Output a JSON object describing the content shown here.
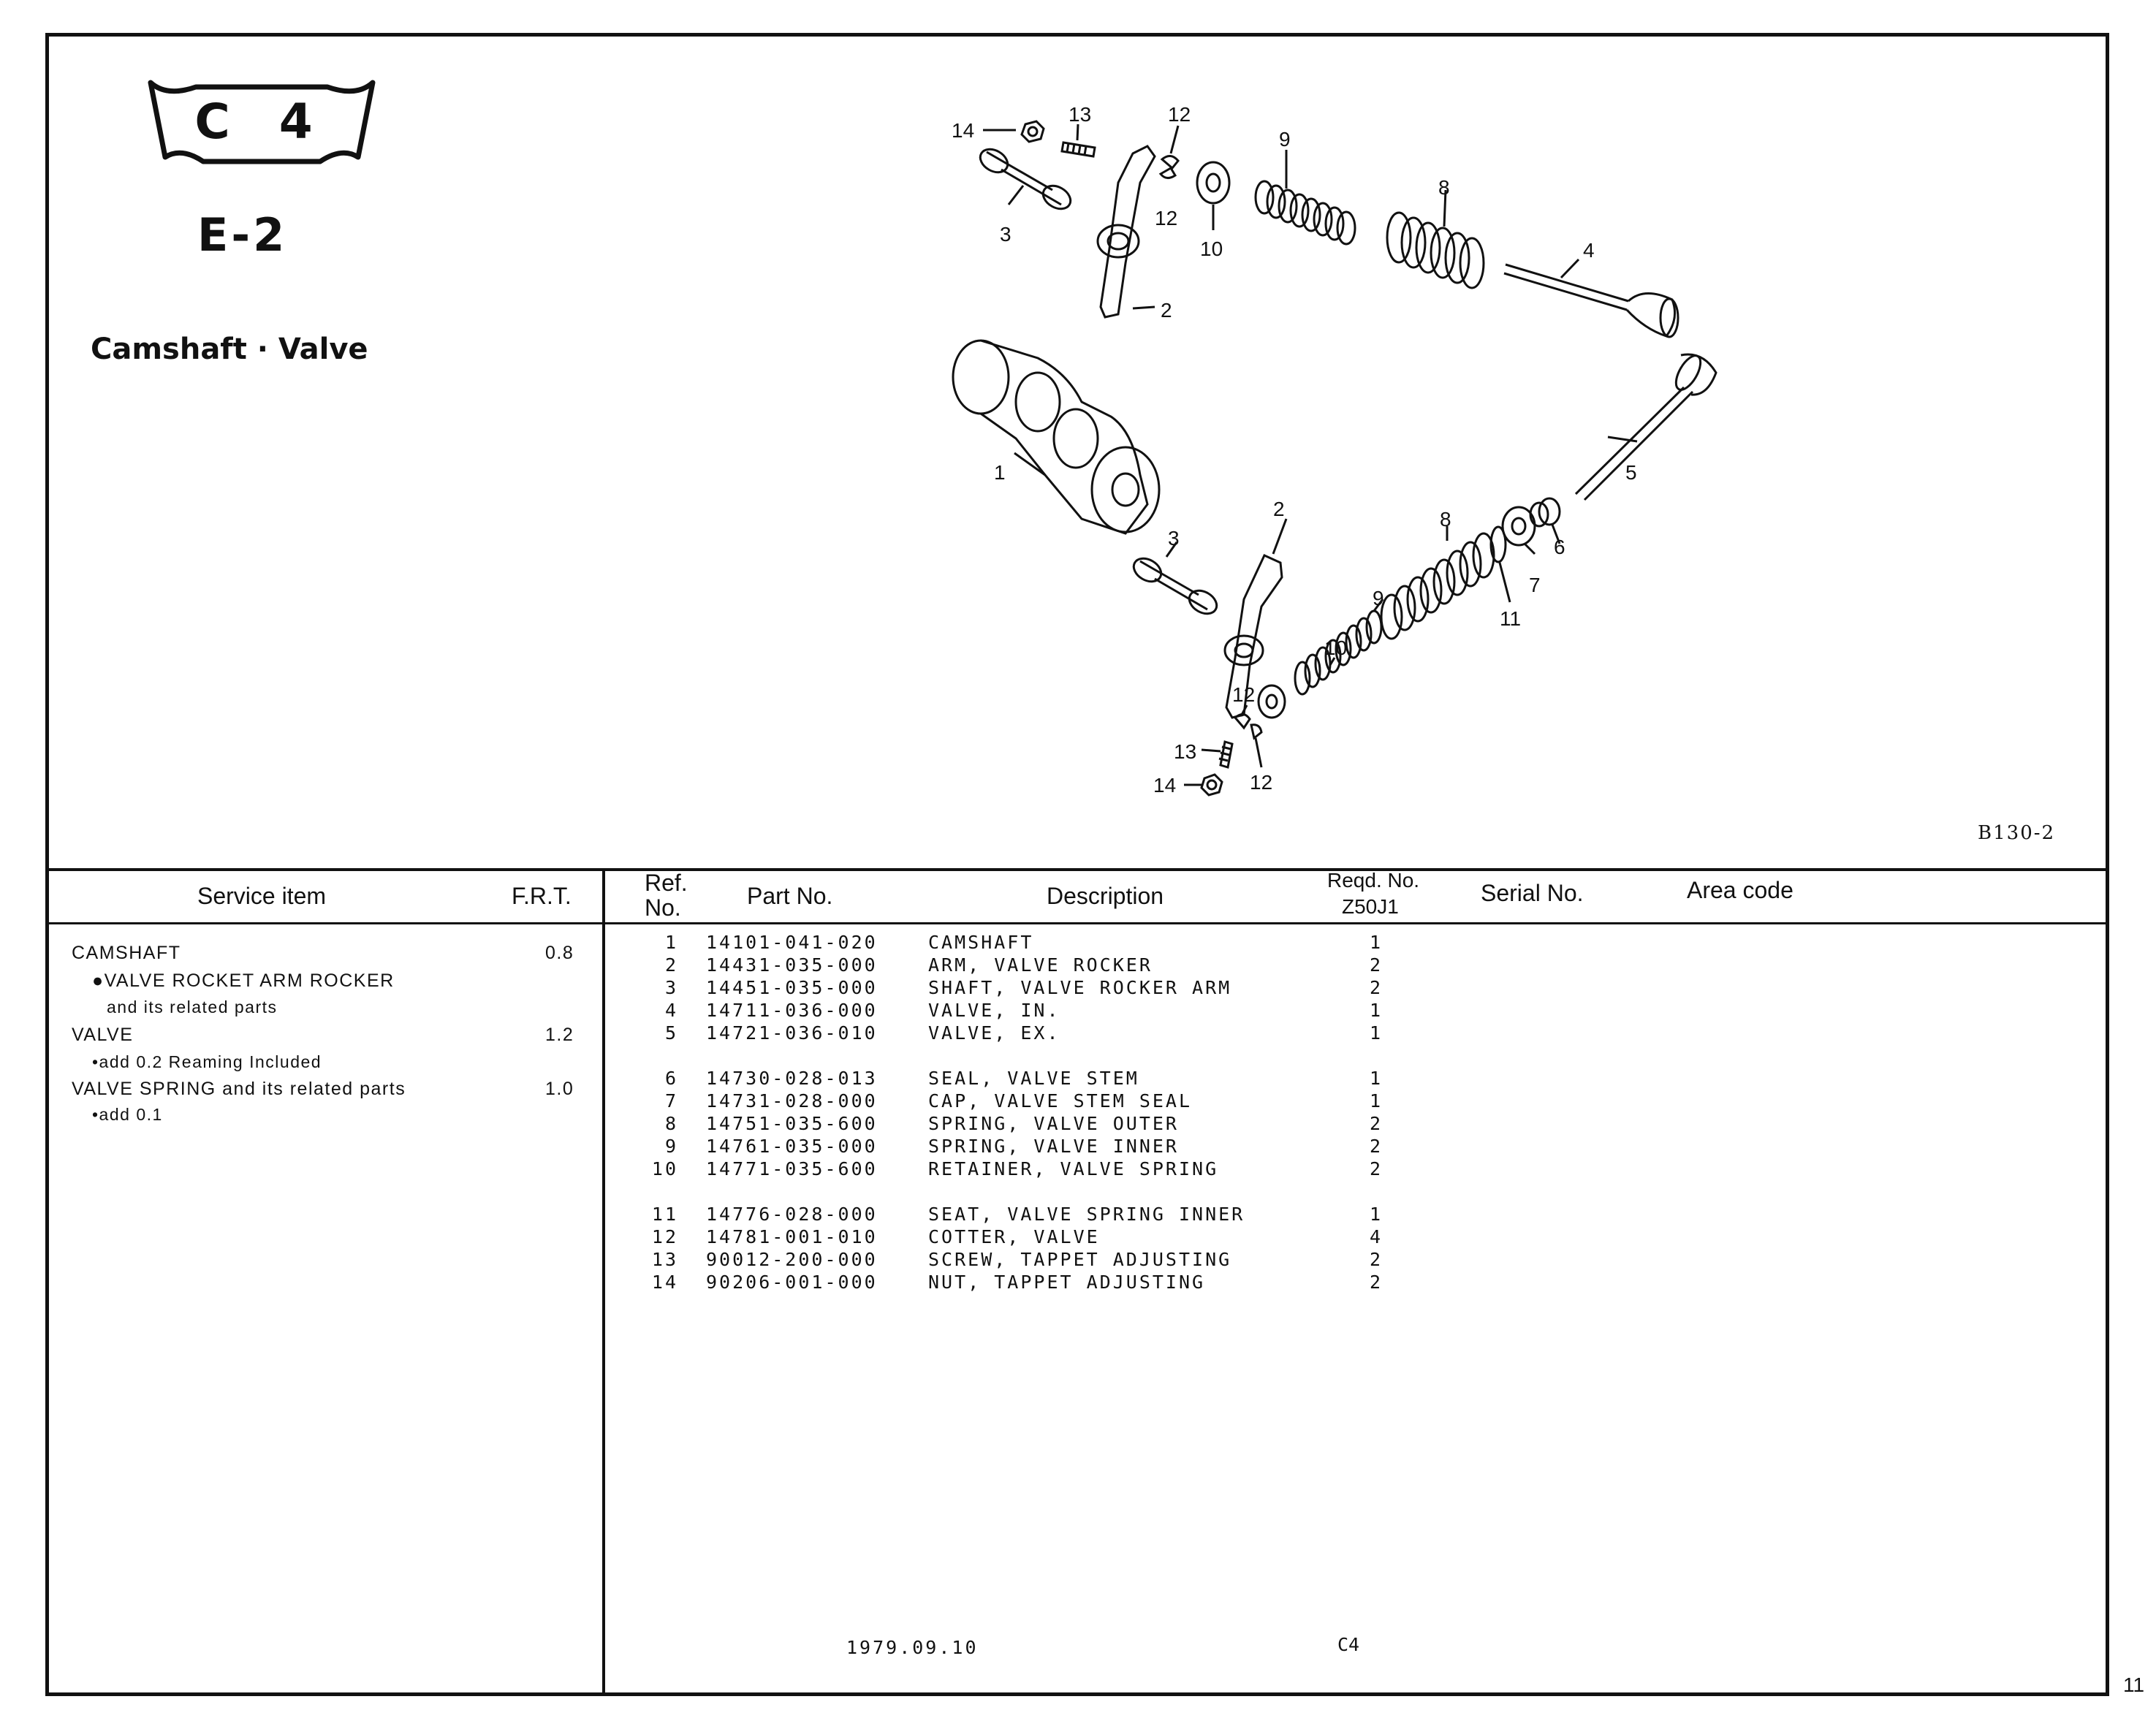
{
  "header": {
    "badge": "C 4",
    "section": "E-2",
    "title": "Camshaft · Valve",
    "figure_code": "B130-2"
  },
  "callouts": [
    "14",
    "13",
    "12",
    "12",
    "9",
    "8",
    "3",
    "10",
    "2",
    "4",
    "1",
    "5",
    "8",
    "2",
    "3",
    "6",
    "7",
    "11",
    "9",
    "10",
    "12",
    "13",
    "12",
    "14"
  ],
  "table_headers": {
    "service_item": "Service item",
    "frt": "F.R.T.",
    "ref_no": [
      "Ref.",
      "No."
    ],
    "part_no": "Part No.",
    "description": "Description",
    "reqd_no": [
      "Reqd. No.",
      "Z50J1"
    ],
    "serial_no": "Serial No.",
    "area_code": "Area code"
  },
  "service_items": [
    {
      "text": "CAMSHAFT",
      "frt": "0.8"
    },
    {
      "text": "●VALVE ROCKET ARM  ROCKER",
      "frt": ""
    },
    {
      "text": "and its related parts",
      "frt": ""
    },
    {
      "text": "VALVE",
      "frt": "1.2"
    },
    {
      "text": "•add 0.2 Reaming Included",
      "frt": ""
    },
    {
      "text": "VALVE SPRING and its related parts",
      "frt": "1.0"
    },
    {
      "text": "•add 0.1",
      "frt": ""
    }
  ],
  "parts": [
    {
      "ref": "1",
      "part_no": "14101-041-020",
      "description": "CAMSHAFT",
      "qty": "1"
    },
    {
      "ref": "2",
      "part_no": "14431-035-000",
      "description": "ARM, VALVE ROCKER",
      "qty": "2"
    },
    {
      "ref": "3",
      "part_no": "14451-035-000",
      "description": "SHAFT, VALVE ROCKER ARM",
      "qty": "2"
    },
    {
      "ref": "4",
      "part_no": "14711-036-000",
      "description": "VALVE, IN.",
      "qty": "1"
    },
    {
      "ref": "5",
      "part_no": "14721-036-010",
      "description": "VALVE, EX.",
      "qty": "1"
    },
    {
      "ref": "6",
      "part_no": "14730-028-013",
      "description": "SEAL, VALVE STEM",
      "qty": "1"
    },
    {
      "ref": "7",
      "part_no": "14731-028-000",
      "description": "CAP, VALVE STEM SEAL",
      "qty": "1"
    },
    {
      "ref": "8",
      "part_no": "14751-035-600",
      "description": "SPRING, VALVE OUTER",
      "qty": "2"
    },
    {
      "ref": "9",
      "part_no": "14761-035-000",
      "description": "SPRING, VALVE INNER",
      "qty": "2"
    },
    {
      "ref": "10",
      "part_no": "14771-035-600",
      "description": "RETAINER, VALVE SPRING",
      "qty": "2"
    },
    {
      "ref": "11",
      "part_no": "14776-028-000",
      "description": "SEAT, VALVE SPRING INNER",
      "qty": "1"
    },
    {
      "ref": "12",
      "part_no": "14781-001-010",
      "description": "COTTER, VALVE",
      "qty": "4"
    },
    {
      "ref": "13",
      "part_no": "90012-200-000",
      "description": "SCREW, TAPPET ADJUSTING",
      "qty": "2"
    },
    {
      "ref": "14",
      "part_no": "90206-001-000",
      "description": "NUT, TAPPET ADJUSTING",
      "qty": "2"
    }
  ],
  "footer": {
    "date": "1979.09.10",
    "code": "C4",
    "page": "11"
  }
}
